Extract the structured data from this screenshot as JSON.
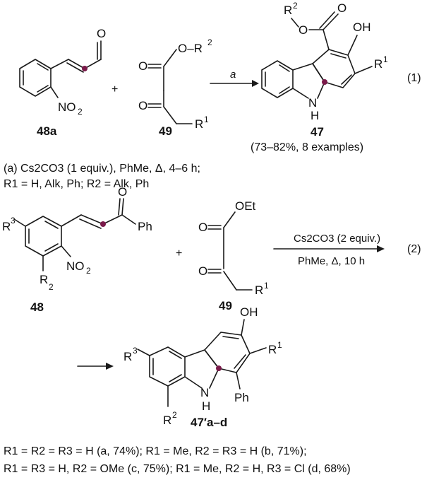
{
  "scheme1": {
    "reagent_48a": "48a",
    "reagent_49": "49",
    "product_47": "47",
    "arrow_label": "a",
    "yield_text": "(73–82%, 8 examples)",
    "eq_number": "(1)",
    "plus": "+",
    "conditions_line1": "(a) Cs2CO3 (1 equiv.), PhMe, Δ, 4–6 h;",
    "conditions_line2": "R1 = H, Alk, Ph; R2 = Alk, Ph"
  },
  "scheme2": {
    "reagent_48": "48",
    "reagent_49": "49",
    "product": "47′a–d",
    "arrow_above": "Cs2CO3 (2 equiv.)",
    "arrow_below": "PhMe, Δ, 10 h",
    "eq_number": "(2)",
    "plus": "+",
    "yields_line1": "R1 = R2 = R3 = H (a, 74%); R1 = Me, R2 = R3 = H (b, 71%);",
    "yields_line2": "R1 = R3 = H, R2 = OMe (c, 75%); R1 = Me, R2 = H, R3 = Cl (d, 68%)"
  },
  "atoms": {
    "O": "O",
    "NO2": "NO",
    "two": "2",
    "OH": "OH",
    "H": "H",
    "N": "N",
    "Ph": "Ph",
    "OEt": "OEt",
    "R": "R",
    "sup1": "1",
    "sup2": "2",
    "sup3": "3",
    "dash_R2": "O–R",
    "Cs": "Cs",
    "CO": "CO",
    "sub3": "3"
  },
  "colors": {
    "bond": "#1a1a1a",
    "marker": "#7a1a4a"
  }
}
